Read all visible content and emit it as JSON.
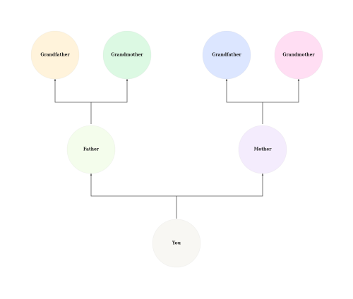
{
  "tree": {
    "nodes": [
      {
        "id": "pgf",
        "label": "Grandfather",
        "color": "#fff3db"
      },
      {
        "id": "pgm",
        "label": "Grandmother",
        "color": "#dcf9e3"
      },
      {
        "id": "mgf",
        "label": "Grandfather",
        "color": "#dce6ff"
      },
      {
        "id": "mgm",
        "label": "Grandmother",
        "color": "#ffdef3"
      },
      {
        "id": "father",
        "label": "Father",
        "color": "#f4fdec"
      },
      {
        "id": "mother",
        "label": "Mother",
        "color": "#f4ecfd"
      },
      {
        "id": "you",
        "label": "You",
        "color": "#f8f7f3"
      }
    ],
    "edges": [
      {
        "from": "father",
        "to": "pgf"
      },
      {
        "from": "father",
        "to": "pgm"
      },
      {
        "from": "mother",
        "to": "mgf"
      },
      {
        "from": "mother",
        "to": "mgm"
      },
      {
        "from": "you",
        "to": "father"
      },
      {
        "from": "you",
        "to": "mother"
      }
    ],
    "colors": {
      "connector": "#555555"
    }
  }
}
